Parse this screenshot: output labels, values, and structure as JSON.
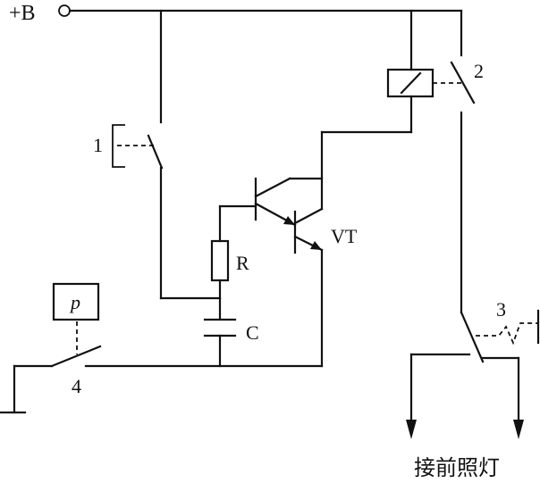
{
  "labels": {
    "supply": "+B",
    "switch_1": "1",
    "switch_2": "2",
    "switch_3": "3",
    "switch_4": "4",
    "resistor": "R",
    "capacitor": "C",
    "transistor": "VT",
    "pressure": "p",
    "output": "接前照灯"
  },
  "colors": {
    "ink": "#111111",
    "background": "#ffffff"
  }
}
